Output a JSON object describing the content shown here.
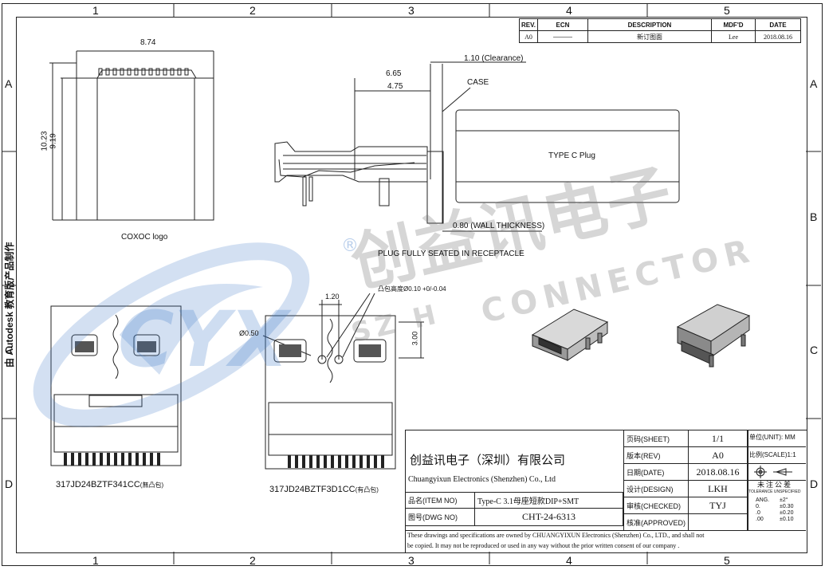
{
  "frame": {
    "columns": [
      "1",
      "2",
      "3",
      "4",
      "5"
    ],
    "rows": [
      "A",
      "B",
      "C",
      "D"
    ],
    "edu_stamp": "由 Autodesk 教育版产品制作"
  },
  "revision_table": {
    "headers": [
      "REV.",
      "ECN",
      "DESCRIPTION",
      "MDF'D",
      "DATE"
    ],
    "row": {
      "rev": "A0",
      "ecn": "———",
      "description": "新订图面",
      "mdfd": "Lee",
      "date": "2018.08.16"
    }
  },
  "top_view": {
    "width_dim": "8.74",
    "height_dims": [
      "10.23",
      "9.19"
    ],
    "caption": "COXOC logo"
  },
  "side_view": {
    "dims": [
      "6.65",
      "4.75",
      "1.10 (Clearance)",
      "0.80 (WALL THICKNESS)"
    ],
    "case_label": "CASE",
    "plug_label": "TYPE C Plug",
    "note": "PLUG FULLY SEATED IN RECEPTACLE"
  },
  "bottom_views": [
    {
      "part_no": "317JD24BZTF341CC",
      "suffix": "(無凸包)"
    },
    {
      "part_no": "317JD24BZTF3D1CC",
      "suffix": "(有凸包)"
    }
  ],
  "bump_dims": {
    "bump": "凸包高度Ø0.10 +0/-0.04",
    "pitch": "1.20",
    "dia": "Ø0.50",
    "height": "3.00"
  },
  "watermark": {
    "brand": "创益讯电子",
    "sub": "CONNECTOR",
    "sub2": "SZ      H",
    "logo": "CYX",
    "reg": "®"
  },
  "title_block": {
    "company_cn": "创益讯电子（深圳）有限公司",
    "company_en": "Chuangyixun Electronics (Shenzhen) Co., Ltd",
    "item_label": "品名(ITEM NO)",
    "item_value": "Type-C 3.1母座短款DIP+SMT",
    "dwg_label": "图号(DWG NO)",
    "dwg_value": "CHT-24-6313",
    "sheet_label": "页码(SHEET)",
    "sheet_value": "1/1",
    "rev_label": "版本(REV)",
    "rev_value": "A0",
    "date_label": "日期(DATE)",
    "date_value": "2018.08.16",
    "design_label": "设计(DESIGN)",
    "design_value": "LKH",
    "checked_label": "审核(CHECKED)",
    "checked_value": "TYJ",
    "approved_label": "核准(APPROVED)",
    "approved_value": "",
    "unit_label": "单位(UNIT): MM",
    "scale_label": "比例(SCALE)1:1",
    "tol_title_cn": "未注公差",
    "tol_title_en": "TOLERANCE UNSPECIFIED",
    "tol_rows": [
      [
        "ANG.",
        "±2°"
      ],
      [
        "0.",
        "±0.30"
      ],
      [
        ".0",
        "±0.20"
      ],
      [
        ".00",
        "±0.10"
      ]
    ],
    "notice_1": "These drawings and specifications are owned by CHUANGYIXUN Electronics (Shenzhen) Co., LTD., and shall not",
    "notice_2": "be copied. It may not be reproduced or used in any way without the prior written consent of our company ."
  }
}
